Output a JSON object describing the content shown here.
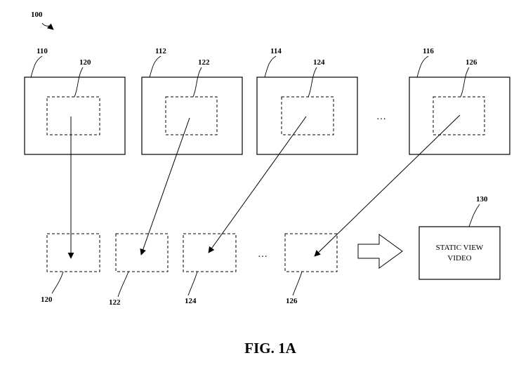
{
  "figure": {
    "ref_main": "100",
    "caption": "FIG. 1A",
    "frames": [
      {
        "ref": "110",
        "region_ref": "120"
      },
      {
        "ref": "112",
        "region_ref": "122"
      },
      {
        "ref": "114",
        "region_ref": "124"
      },
      {
        "ref": "116",
        "region_ref": "126"
      }
    ],
    "crops": [
      {
        "ref": "120"
      },
      {
        "ref": "122"
      },
      {
        "ref": "124"
      },
      {
        "ref": "126"
      }
    ],
    "ellipsis_top": "…",
    "ellipsis_bottom": "…",
    "output": {
      "ref": "130",
      "line1": "STATIC VIEW",
      "line2": "VIDEO"
    }
  }
}
